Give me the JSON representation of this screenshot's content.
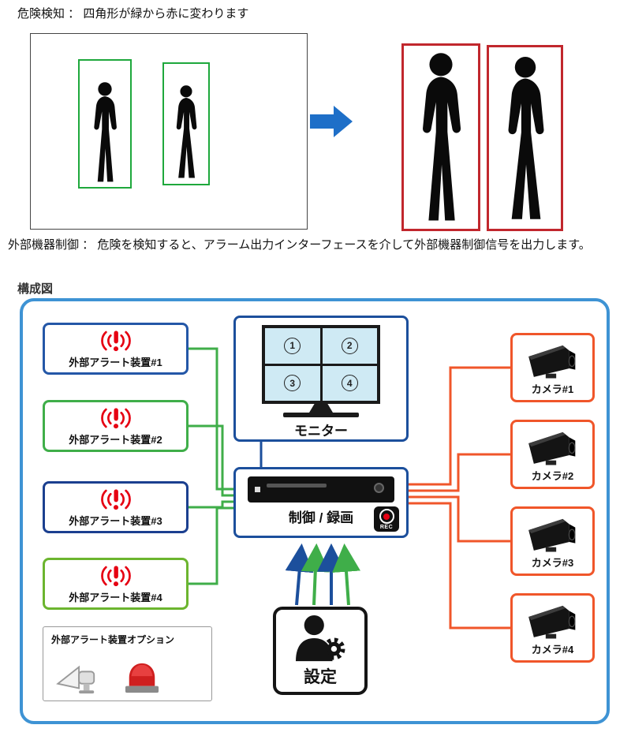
{
  "header": {
    "detection_title": "危険検知 ： 四角形が緑から赤に変わります",
    "control_desc": "外部機器制御 ： 危険を検知すると、アラーム出力インターフェースを介して外部機器制御信号を出力します。",
    "diagram_title": "構成図"
  },
  "colors": {
    "green_detection_box": "#1ea83c",
    "red_detection_box": "#c1272d",
    "transition_arrow_blue": "#1e6fc8",
    "diagram_frame_blue": "#3e93d4",
    "node_navy": "#1c4f9c",
    "green_wire": "#3fae49",
    "camera_orange": "#f0562a",
    "alarm_red": "#e60012"
  },
  "diagram": {
    "alerts": [
      {
        "label": "外部アラート装置#1",
        "border": "#2457a7"
      },
      {
        "label": "外部アラート装置#2",
        "border": "#3fae49"
      },
      {
        "label": "外部アラート装置#3",
        "border": "#1b3f8f"
      },
      {
        "label": "外部アラート装置#4",
        "border": "#6cb52f"
      }
    ],
    "option": {
      "label": "外部アラート装置オプション"
    },
    "monitor": {
      "label": "モニター",
      "quadrants": [
        "1",
        "2",
        "3",
        "4"
      ]
    },
    "recorder": {
      "label": "制御 / 録画",
      "rec_label": "REC"
    },
    "settings": {
      "label": "設定"
    },
    "cameras": [
      {
        "label": "カメラ#1"
      },
      {
        "label": "カメラ#2"
      },
      {
        "label": "カメラ#3"
      },
      {
        "label": "カメラ#4"
      }
    ]
  }
}
